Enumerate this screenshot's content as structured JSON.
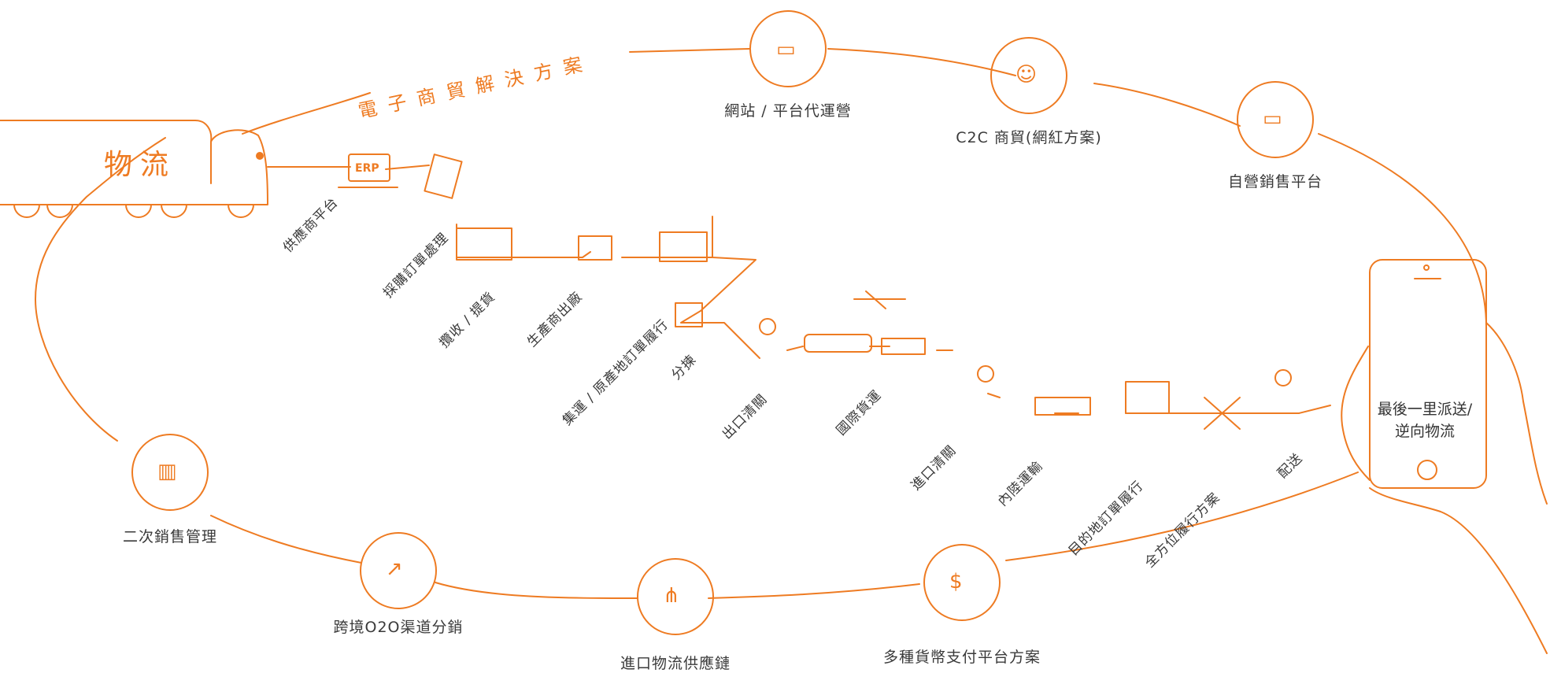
{
  "colors": {
    "accent": "#ee7b22",
    "text": "#3a3a3a"
  },
  "header": {
    "arc_title": "電子商貿解決方案",
    "logistics_label": "物流",
    "erp_label": "ERP"
  },
  "services": [
    {
      "label": "網站 / 平台代運營",
      "icon": "tablet-icon"
    },
    {
      "label": "C2C 商貿(網紅方案)",
      "icon": "influencer-icon"
    },
    {
      "label": "自營銷售平台",
      "icon": "laptop-shop-icon"
    },
    {
      "label": "二次銷售管理",
      "icon": "analytics-icon"
    },
    {
      "label": "跨境O2O渠道分銷",
      "icon": "stairs-growth-icon"
    },
    {
      "label": "進口物流供應鏈",
      "icon": "network-tree-icon"
    },
    {
      "label": "多種貨幣支付平台方案",
      "icon": "payment-card-icon"
    }
  ],
  "steps": [
    "供應商平台",
    "採購訂單處理",
    "攬收 / 提貨",
    "生產商出廠",
    "集運 / 原產地訂單履行",
    "分揀",
    "出口清關",
    "國際貨運",
    "進口清關",
    "內陸運輸",
    "目的地訂單履行",
    "全方位履行方案",
    "配送"
  ],
  "phone": {
    "label_line1": "最後一里派送/",
    "label_line2": "逆向物流"
  }
}
